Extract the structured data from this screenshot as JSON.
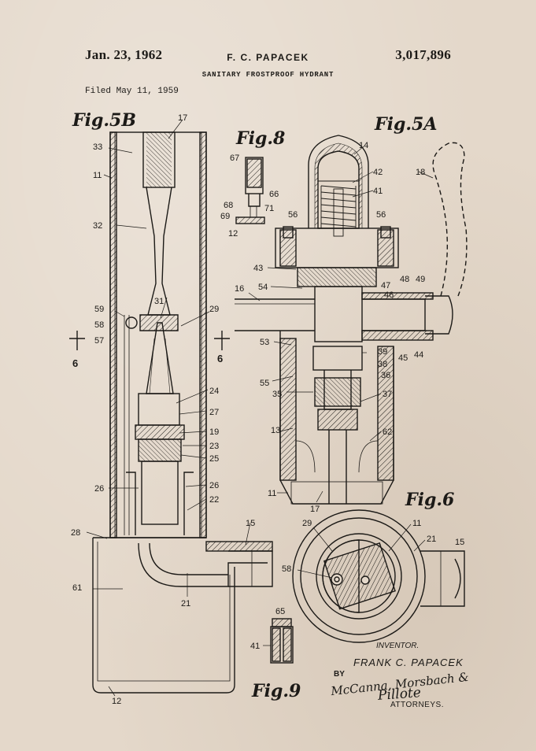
{
  "header": {
    "date": "Jan. 23, 1962",
    "inventor_short": "F. C. PAPACEK",
    "patent_number": "3,017,896",
    "title": "SANITARY FROSTPROOF HYDRANT",
    "filed": "Filed May 11, 1959"
  },
  "figures": {
    "fig5b": "Fig.5B",
    "fig8": "Fig.8",
    "fig5a": "Fig.5A",
    "fig6": "Fig.6",
    "fig9": "Fig.9"
  },
  "section_marks": {
    "left": "6",
    "right": "6"
  },
  "reference_numerals": {
    "fig5b": [
      "17",
      "33",
      "11",
      "32",
      "31",
      "29",
      "59",
      "58",
      "57",
      "24",
      "27",
      "19",
      "23",
      "25",
      "26",
      "26",
      "22",
      "28",
      "15",
      "61",
      "21",
      "12"
    ],
    "fig8": [
      "67",
      "68",
      "66",
      "69",
      "71",
      "12"
    ],
    "fig5a": [
      "14",
      "18",
      "42",
      "41",
      "56",
      "56",
      "43",
      "54",
      "47",
      "48",
      "49",
      "46",
      "16",
      "53",
      "39",
      "38",
      "45",
      "44",
      "36",
      "55",
      "35",
      "37",
      "13",
      "62",
      "11",
      "17"
    ],
    "fig6": [
      "29",
      "11",
      "21",
      "15",
      "58"
    ],
    "fig9": [
      "65",
      "41"
    ]
  },
  "signature_block": {
    "inventor_label": "INVENTOR.",
    "inventor_name": "FRANK C. PAPACEK",
    "by": "BY",
    "attorney_line1": "McCanna, Morsbach &",
    "attorney_line2": "Pillote",
    "attorneys_label": "ATTORNEYS."
  }
}
